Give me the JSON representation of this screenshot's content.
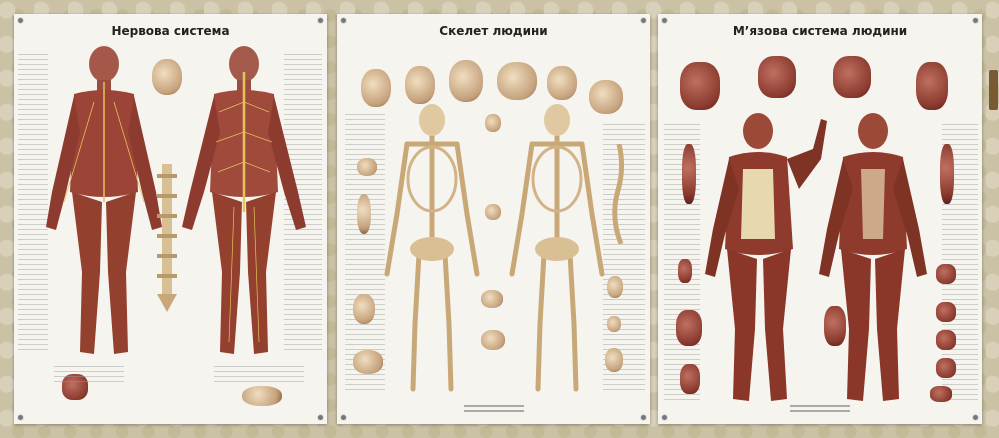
{
  "posters": [
    {
      "title": "Нервова система"
    },
    {
      "title": "Скелет людини"
    },
    {
      "title": "М’язова система людини"
    }
  ],
  "colors": {
    "wall": "#cbc2a6",
    "paper": "#f6f4ef",
    "muscle": "#8a3a2e",
    "bone": "#d9bf94",
    "nerve": "#e4c35a"
  },
  "icons": [
    "pin-icon",
    "human-figure-icon",
    "skeleton-icon",
    "skull-icon",
    "muscle-figure-icon"
  ]
}
